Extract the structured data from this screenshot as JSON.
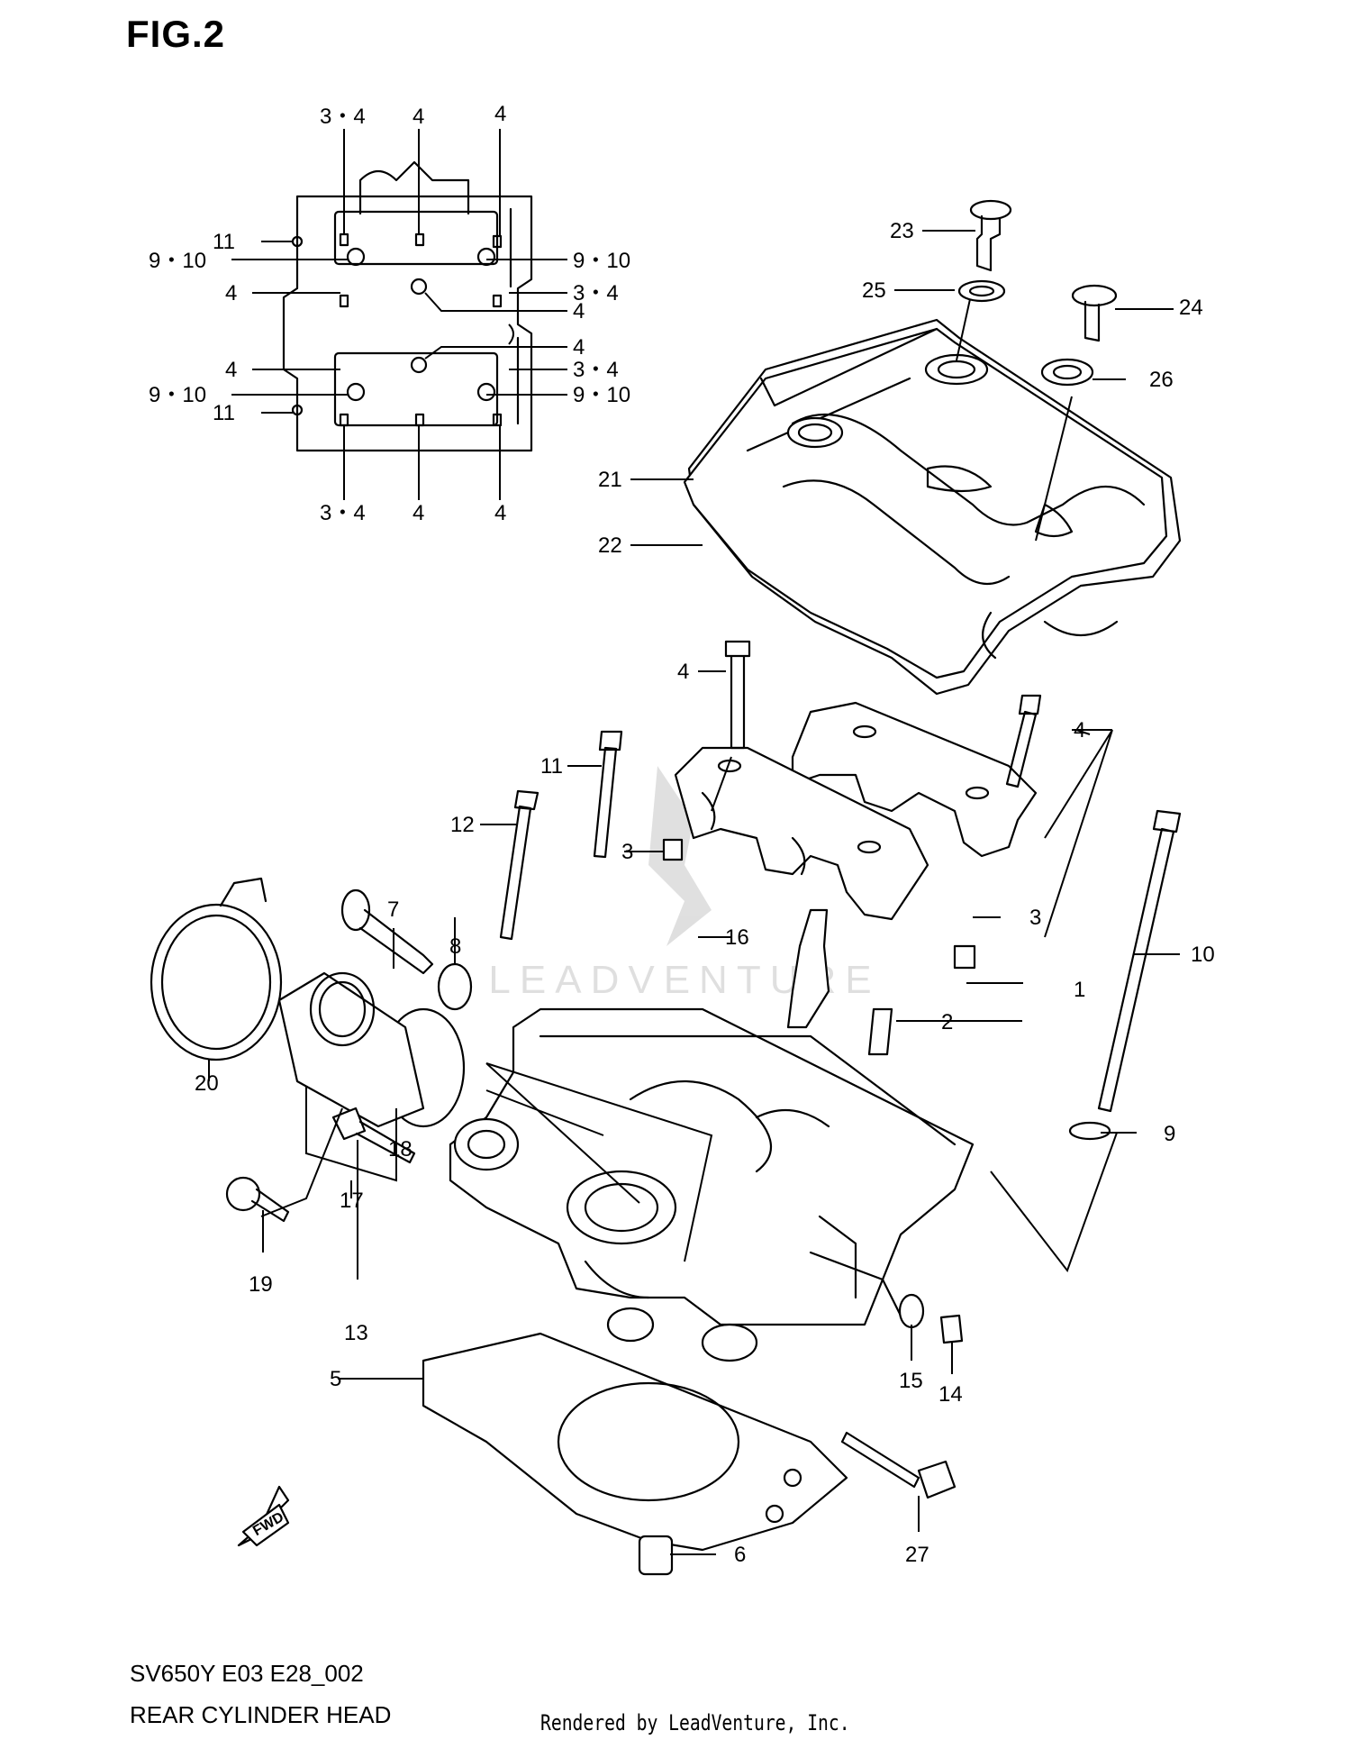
{
  "figure_title": "FIG.2",
  "model_code": "SV650Y E03 E28_002",
  "diagram_name": "REAR CYLINDER HEAD",
  "rendered_by": "Rendered by LeadVenture, Inc.",
  "watermark": "LEADVENTURE",
  "fwd_label": "FWD",
  "gasket_callouts": {
    "top_left": "3・4",
    "top_mid": "4",
    "top_right": "4",
    "row1_left_a": "11",
    "row1_left_b": "9・10",
    "row1_right": "9・10",
    "row2_left": "4",
    "row2_right_a": "3・4",
    "row2_right_b": "4",
    "row3_right": "4",
    "row4_left": "4",
    "row4_right": "3・4",
    "row5_left": "9・10",
    "row5_right": "9・10",
    "row6_left": "11",
    "bottom_left": "3・4",
    "bottom_mid": "4",
    "bottom_right": "4"
  },
  "part_numbers": {
    "p1": "1",
    "p2": "2",
    "p3a": "3",
    "p3b": "3",
    "p4a": "4",
    "p4b": "4",
    "p5": "5",
    "p6": "6",
    "p7": "7",
    "p8": "8",
    "p9": "9",
    "p10": "10",
    "p11": "11",
    "p12": "12",
    "p13": "13",
    "p14": "14",
    "p15": "15",
    "p16": "16",
    "p17": "17",
    "p18": "18",
    "p19": "19",
    "p20": "20",
    "p21": "21",
    "p22": "22",
    "p23": "23",
    "p24": "24",
    "p25": "25",
    "p26": "26",
    "p27": "27"
  }
}
